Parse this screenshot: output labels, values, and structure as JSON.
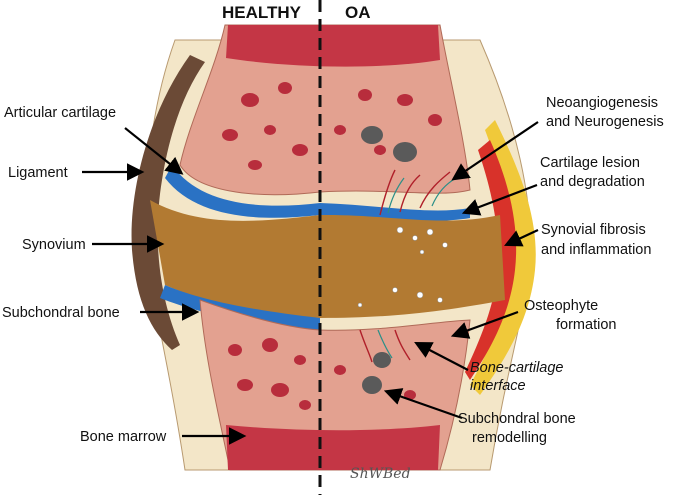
{
  "headers": {
    "left": "HEALTHY",
    "right": "OA"
  },
  "labels": {
    "articular_cartilage": "Articular cartilage",
    "ligament": "Ligament",
    "synovium": "Synovium",
    "subchondral_bone": "Subchondral  bone",
    "bone_marrow": "Bone marrow",
    "neo_line1": "Neoangiogenesis",
    "neo_line2": "and Neurogenesis",
    "lesion_line1": "Cartilage lesion",
    "lesion_line2": "and degradation",
    "synovial_line1": "Synovial fibrosis",
    "synovial_line2": "and inflammation",
    "osteophyte_line1": "Osteophyte",
    "osteophyte_line2": "formation",
    "interface_line1": "Bone-cartilage",
    "interface_line2": "interface",
    "remodel_line1": "Subchondral bone",
    "remodel_line2": "remodelling"
  },
  "signature": "ShWBed"
}
